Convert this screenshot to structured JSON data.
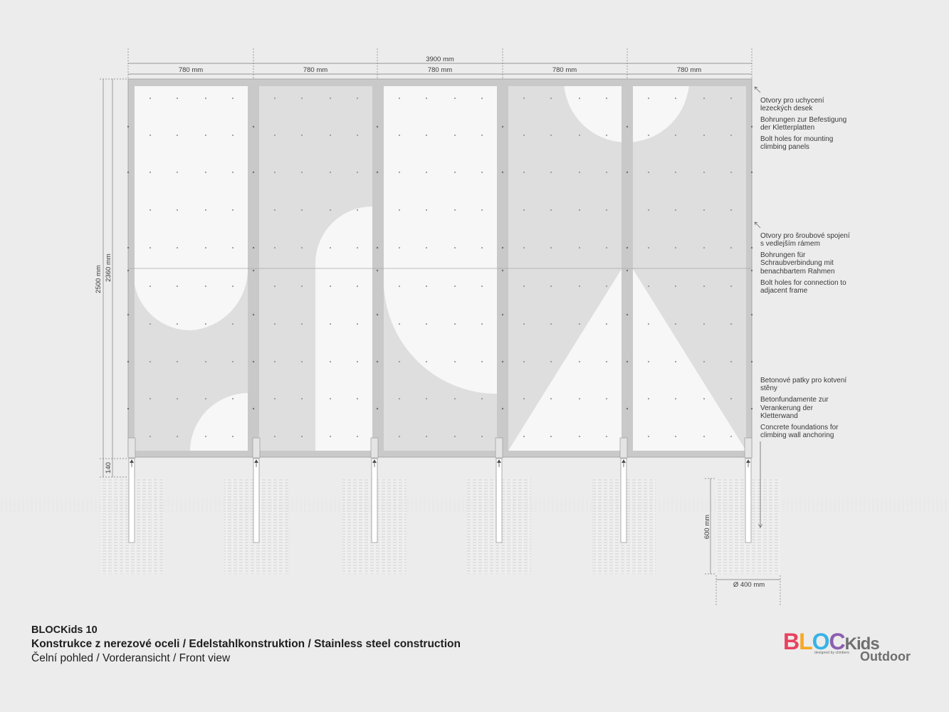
{
  "dimensions": {
    "total_width": "3900 mm",
    "panel_width": "780 mm",
    "total_height": "2500 mm",
    "inner_height": "2360 mm",
    "clearance": "140",
    "foundation_depth": "600 mm",
    "foundation_diameter": "Ø 400 mm"
  },
  "annotations": {
    "bolt_holes_panels": [
      "Otvory pro uchycení",
      "lezeckých desek",
      "Bohrungen zur Befestigung",
      "der Kletterplatten",
      "Bolt holes for mounting",
      "climbing panels"
    ],
    "bolt_holes_frame": [
      "Otvory pro šroubové spojení",
      "s vedlejším rámem",
      "Bohrungen für",
      "Schraubverbindung mit",
      "benachbartem Rahmen",
      "Bolt holes for connection to",
      "adjacent frame"
    ],
    "foundations": [
      "Betonové patky pro kotvení",
      "stěny",
      "Betonfundamente zur",
      "Verankerung der",
      "Kletterwand",
      "Concrete foundations for",
      "climbing wall anchoring"
    ]
  },
  "footer": {
    "product": "BLOCKids 10",
    "construction": "Konstrukce z nerezové oceli / Edelstahlkonstruktion / Stainless steel construction",
    "view": "Čelní pohled / Vorderansicht / Front view"
  },
  "logo": {
    "letters": [
      "B",
      "L",
      "O",
      "C",
      "Kids"
    ],
    "tagline": "designed by climbers",
    "subtitle": "Outdoor",
    "colors": {
      "B": "#e8415f",
      "L": "#f7a823",
      "O": "#37b3e6",
      "C": "#8c5fb0",
      "Kids": "#6f6f6f"
    }
  },
  "colors": {
    "background": "#ececec",
    "frame": "#c4c4c4",
    "panel_light": "#f7f7f7",
    "panel_grey": "#dedede",
    "line": "#8a8a8a"
  }
}
